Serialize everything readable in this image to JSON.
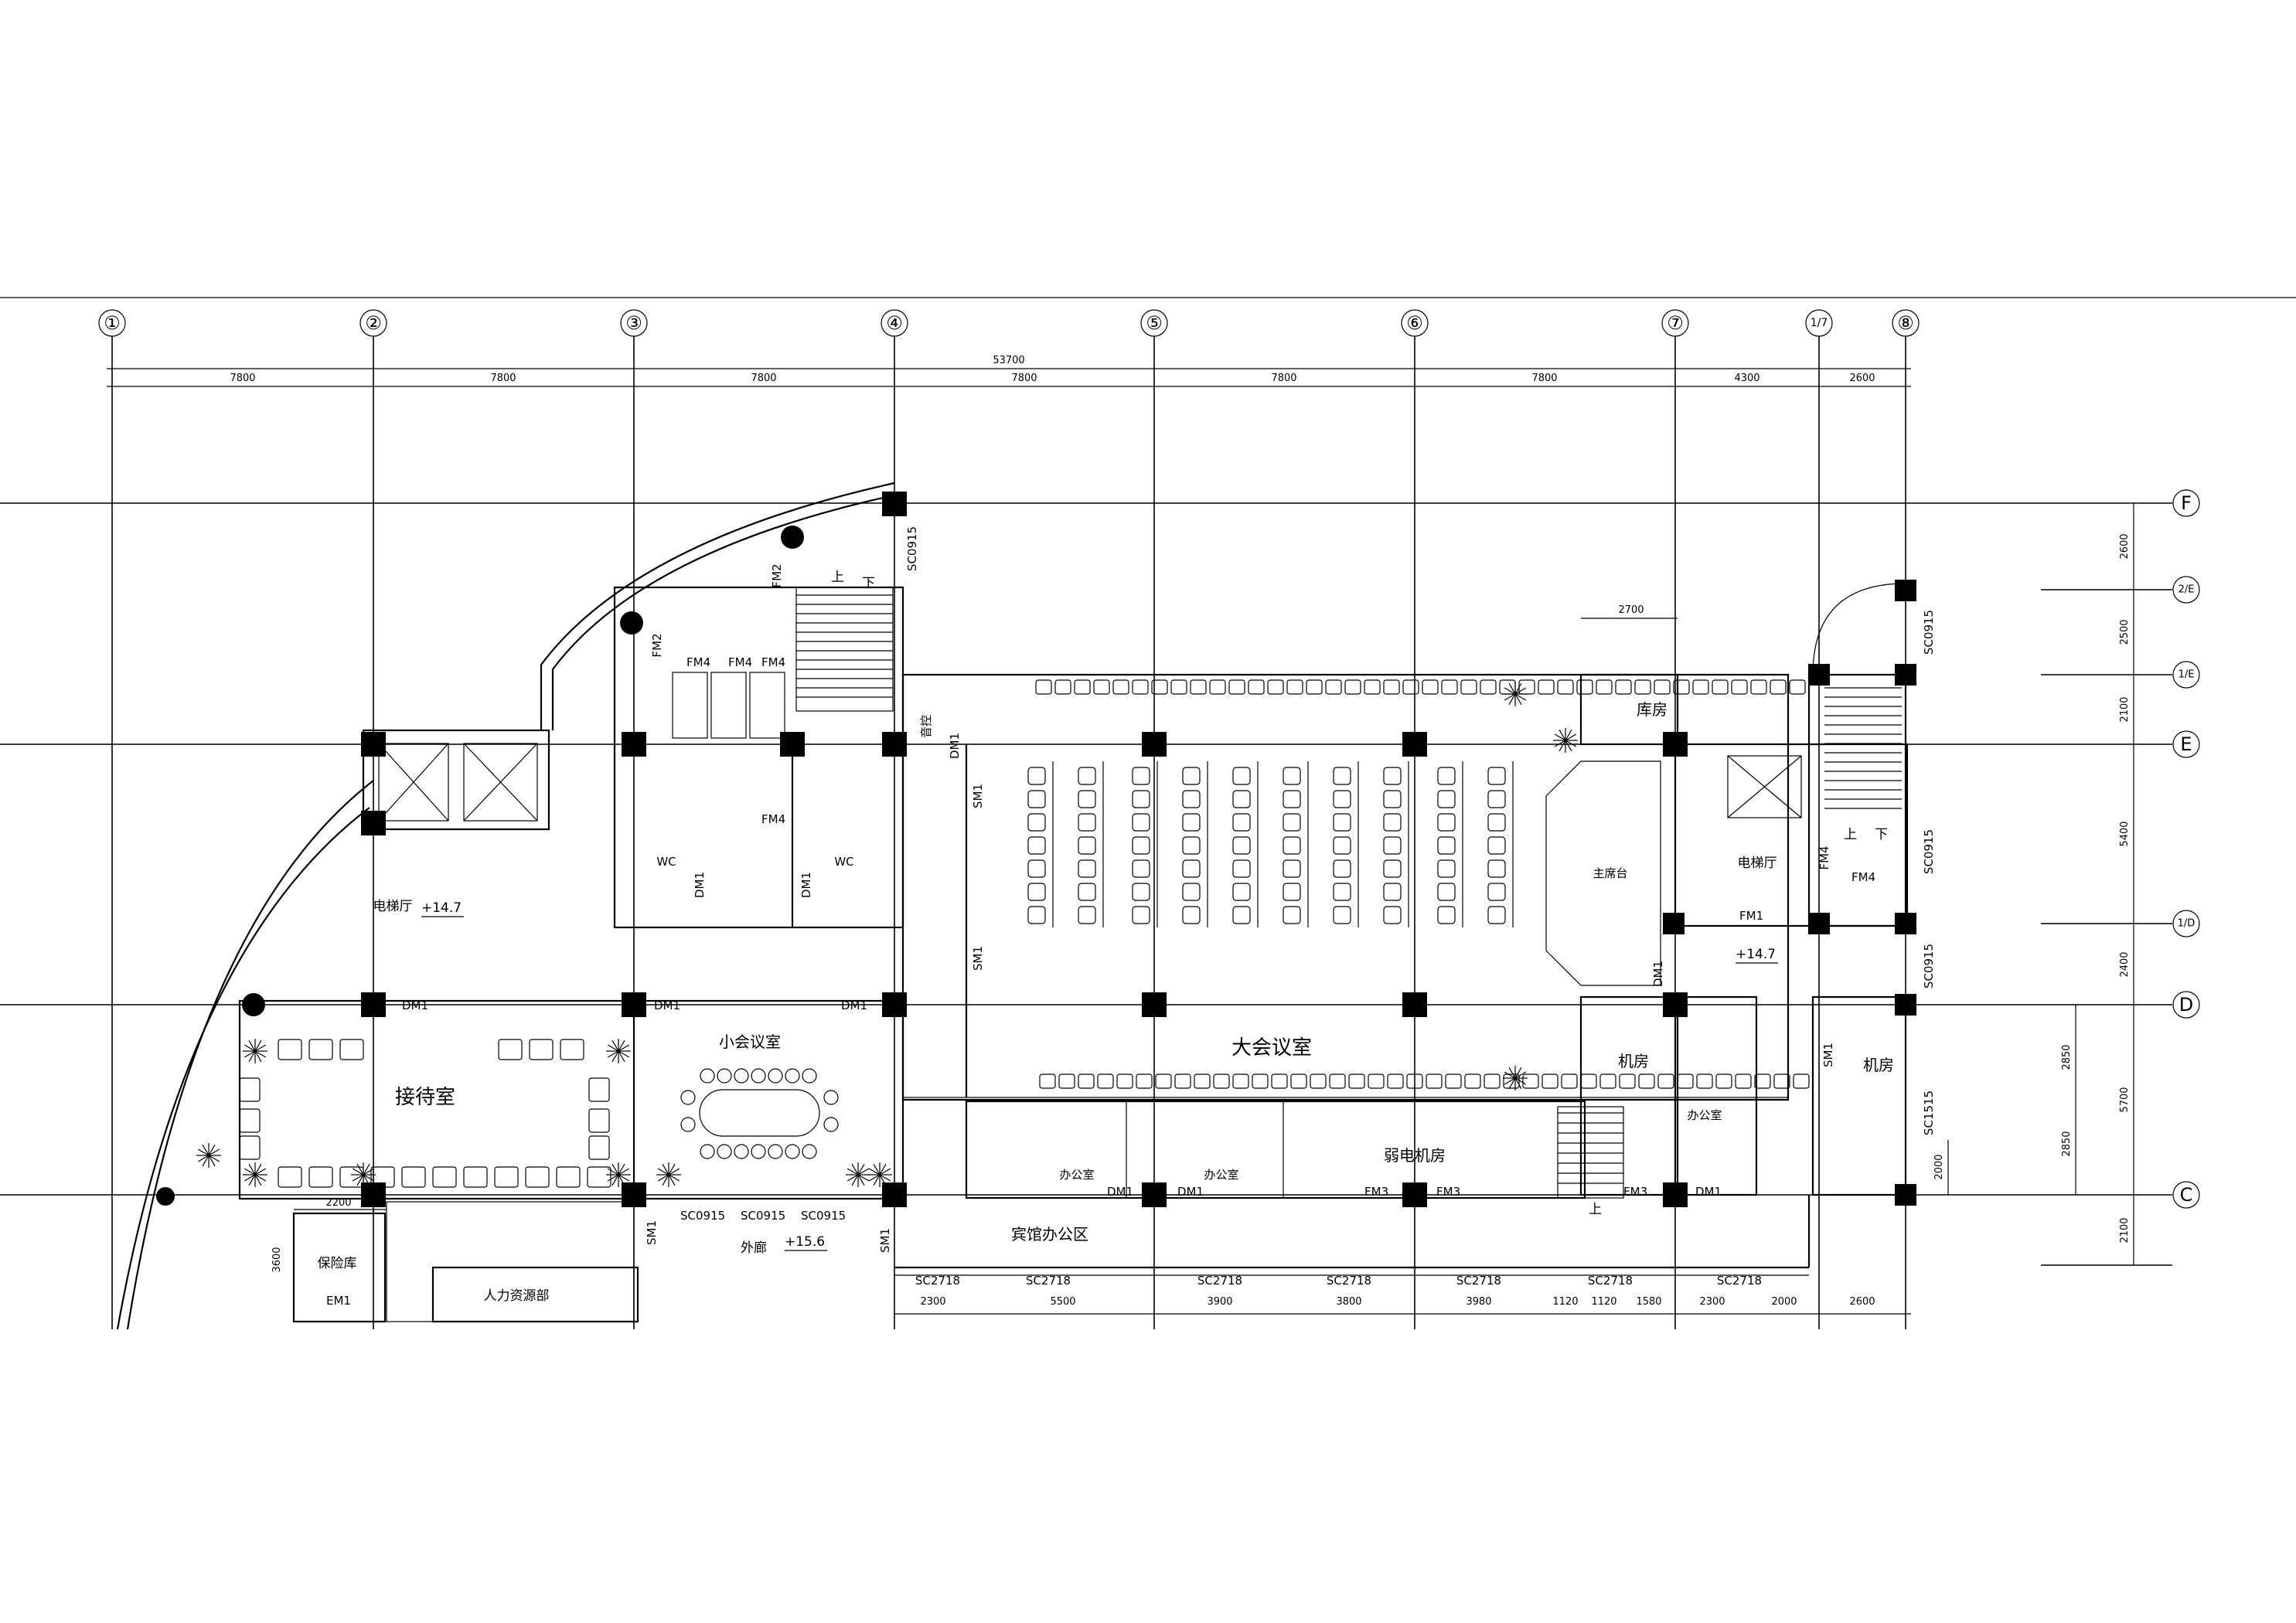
{
  "axes": {
    "columns": [
      {
        "label": "①"
      },
      {
        "label": "②"
      },
      {
        "label": "③"
      },
      {
        "label": "④"
      },
      {
        "label": "⑤"
      },
      {
        "label": "⑥"
      },
      {
        "label": "⑦"
      },
      {
        "label": "1/7"
      },
      {
        "label": "⑧"
      }
    ],
    "rows": [
      {
        "label": "F"
      },
      {
        "label": "2/E"
      },
      {
        "label": "1/E"
      },
      {
        "label": "E"
      },
      {
        "label": "1/D"
      },
      {
        "label": "D"
      },
      {
        "label": "C"
      }
    ]
  },
  "dimensions": {
    "total": "53700",
    "top_spans": [
      "7800",
      "7800",
      "7800",
      "7800",
      "7800",
      "7800",
      "4300",
      "2600"
    ],
    "bottom_spans": [
      "2300",
      "5500",
      "3900",
      "3800",
      "3980",
      "1120",
      "1120",
      "1580",
      "2300",
      "2000",
      "2600"
    ],
    "right_spans": [
      "2600",
      "2500",
      "2100",
      "5400",
      "2400",
      "5700",
      "2100"
    ],
    "right_inner": [
      "2850",
      "2850",
      "2000"
    ],
    "misc": {
      "d2700": "2700",
      "d2200": "2200",
      "d3600": "3600"
    }
  },
  "rooms": {
    "big_meeting": "大会议室",
    "small_meeting": "小会议室",
    "reception": "接待室",
    "elevator_hall_left": "电梯厅",
    "elevator_hall_right": "电梯厅",
    "storage": "库房",
    "podium": "主席台",
    "machine_room_1": "机房",
    "machine_room_2": "机房",
    "weak_power_room": "弱电机房",
    "office_1": "办公室",
    "office_2": "办公室",
    "office_3": "办公室",
    "hotel_office_area": "宾馆办公区",
    "outer_corridor": "外廊",
    "safe_room": "保险库",
    "hr_dept": "人力资源部",
    "sound_control": "音控",
    "wc_1": "WC",
    "wc_2": "WC"
  },
  "elevations": {
    "left_hall": "+14.7",
    "right_hall": "+14.7",
    "corridor": "+15.6"
  },
  "stairs": {
    "up": "上",
    "down": "下",
    "up2": "上",
    "down2": "下",
    "up3": "上"
  },
  "tags": {
    "fm1": "FM1",
    "fm2a": "FM2",
    "fm2b": "FM2",
    "fm3a": "FM3",
    "fm3b": "FM3",
    "fm3c": "FM3",
    "fm4a": "FM4",
    "fm4b": "FM4",
    "fm4c": "FM4",
    "fm4d": "FM4",
    "fm4e": "FM4",
    "fm4f": "FM4",
    "dm1a": "DM1",
    "dm1b": "DM1",
    "dm1c": "DM1",
    "dm1d": "DM1",
    "dm1e": "DM1",
    "dm1f": "DM1",
    "dm1g": "DM1",
    "dm1h": "DM1",
    "dm1i": "DM1",
    "dm1j": "DM1",
    "sm1a": "SM1",
    "sm1b": "SM1",
    "sm1c": "SM1",
    "sm1d": "SM1",
    "sm1e": "SM1",
    "em1": "EM1",
    "sc0915_a": "SC0915",
    "sc0915_b": "SC0915",
    "sc0915_c": "SC0915",
    "sc0915_d": "SC0915",
    "sc0915_e": "SC0915",
    "sc0915_f": "SC0915",
    "sc0915_g": "SC0915",
    "sc1515": "SC1515",
    "sc2718_a": "SC2718",
    "sc2718_b": "SC2718",
    "sc2718_c": "SC2718",
    "sc2718_d": "SC2718",
    "sc2718_e": "SC2718",
    "sc2718_f": "SC2718",
    "sc2718_g": "SC2718"
  }
}
